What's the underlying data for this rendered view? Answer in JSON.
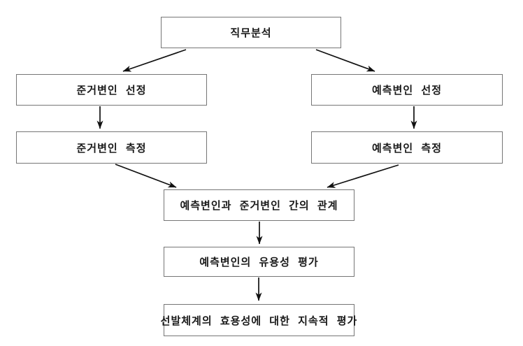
{
  "diagram": {
    "type": "flowchart",
    "language": "ko",
    "nodes": {
      "job_analysis": {
        "label": "직무분석"
      },
      "criterion_select": {
        "label": "준거변인 선정"
      },
      "predictor_select": {
        "label": "예측변인 선정"
      },
      "criterion_measure": {
        "label": "준거변인 측정"
      },
      "predictor_measure": {
        "label": "예측변인 측정"
      },
      "relationship": {
        "label": "예측변인과 준거변인 간의 관계"
      },
      "usefulness_eval": {
        "label": "예측변인의 유용성 평가"
      },
      "continuous_eval": {
        "label": "선발체계의 효용성에 대한 지속적 평가"
      }
    },
    "edges": [
      {
        "from": "job_analysis",
        "to": "criterion_select"
      },
      {
        "from": "job_analysis",
        "to": "predictor_select"
      },
      {
        "from": "criterion_select",
        "to": "criterion_measure"
      },
      {
        "from": "predictor_select",
        "to": "predictor_measure"
      },
      {
        "from": "criterion_measure",
        "to": "relationship"
      },
      {
        "from": "predictor_measure",
        "to": "relationship"
      },
      {
        "from": "relationship",
        "to": "usefulness_eval"
      },
      {
        "from": "usefulness_eval",
        "to": "continuous_eval"
      }
    ],
    "colors": {
      "background": "#ffffff",
      "box_fill": "#ffffff",
      "box_border": "#767676",
      "arrow": "#111111",
      "text": "#1a1a1a"
    }
  }
}
